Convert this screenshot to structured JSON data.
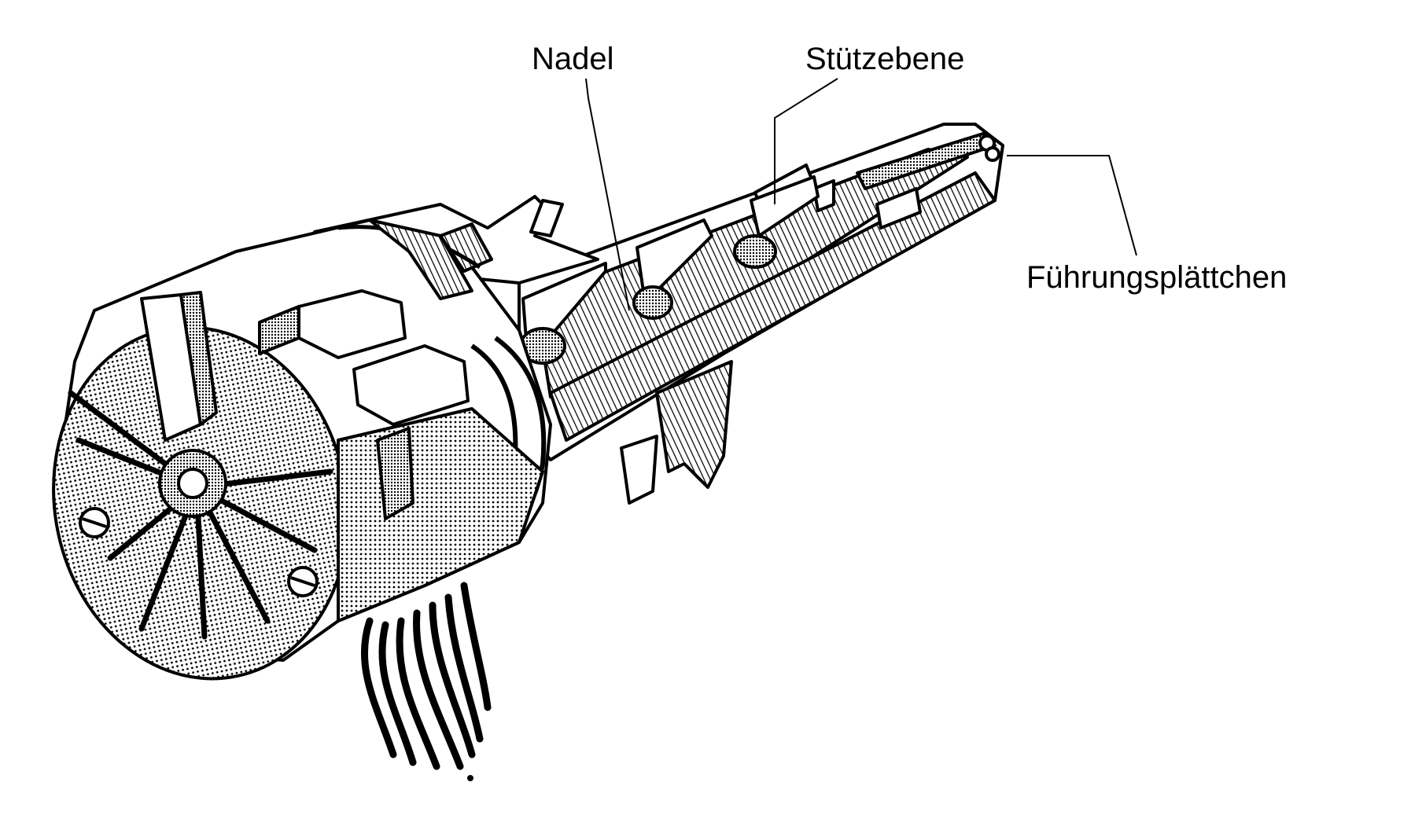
{
  "labels": {
    "nadel": "Nadel",
    "stuetzebene": "Stützebene",
    "fuehrungsplaettchen": "Führungsplättchen"
  },
  "colors": {
    "ink": "#000000",
    "paper": "#ffffff"
  },
  "illustration": {
    "subject": "print-head-cutaway"
  }
}
